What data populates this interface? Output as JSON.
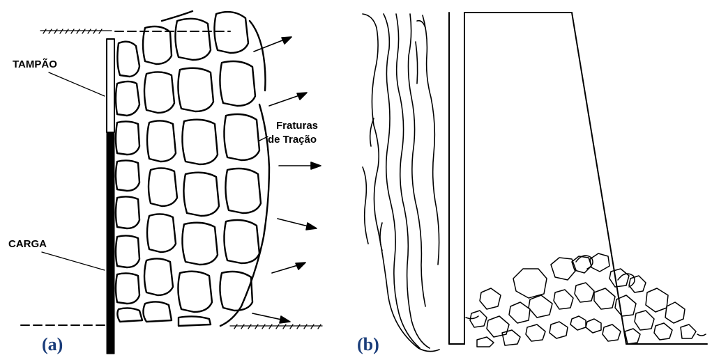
{
  "panel_a": {
    "caption": "(a)",
    "label_top": "TAMPÃO",
    "label_bottom": "CARGA",
    "fracture_line1": "Fraturas",
    "fracture_line2": "de Tração"
  },
  "panel_b": {
    "caption": "(b)"
  },
  "colors": {
    "ink": "#000000",
    "caption": "#1a3d7a",
    "background": "#ffffff"
  }
}
